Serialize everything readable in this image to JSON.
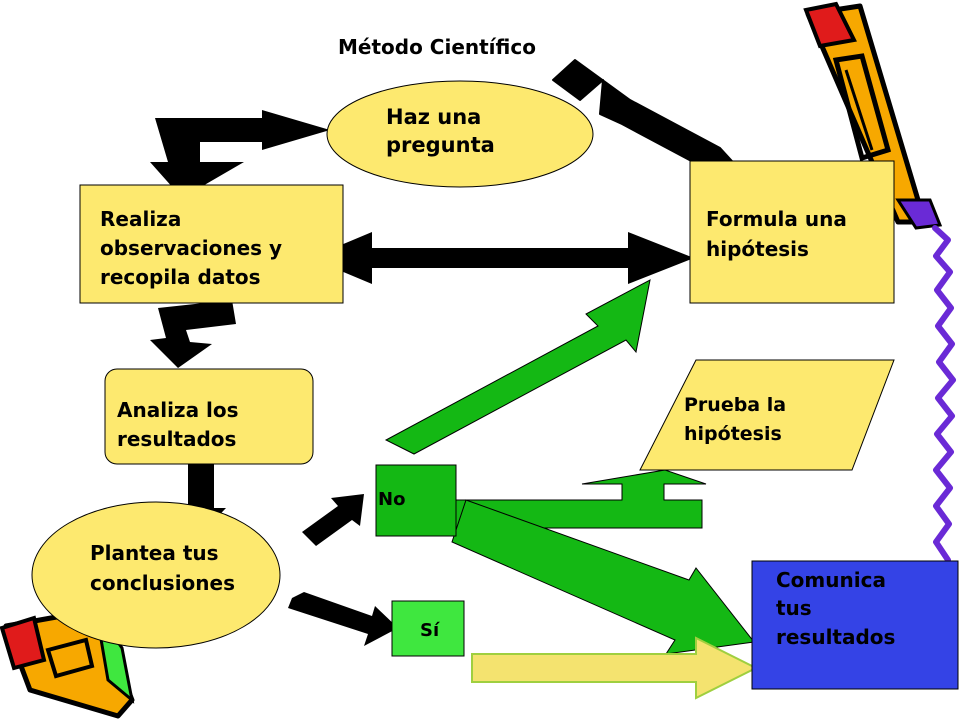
{
  "diagram": {
    "title": "Método Científico",
    "nodes": {
      "ask": [
        "Haz una",
        "pregunta"
      ],
      "observe": [
        "Realiza",
        "observaciones y",
        "recopila datos"
      ],
      "hypothesis": [
        "Formula una",
        "hipótesis"
      ],
      "test": [
        "Prueba la",
        "hipótesis"
      ],
      "analyze": [
        "Analiza los",
        "resultados"
      ],
      "conclude": [
        "Plantea tus",
        "conclusiones"
      ],
      "no": "No",
      "yes": "Sí",
      "communicate": [
        "Comunica",
        "tus",
        "resultados"
      ]
    }
  },
  "colors": {
    "node_yellow": "#fde96f",
    "arrow_green": "#14b814",
    "box_green": "#3fe73f",
    "box_blue": "#3443e6",
    "arrow_pale_yellow": "#f4e36f",
    "pencil_orange": "#f7a800",
    "pencil_purple": "#6a2ad6",
    "pencil_red": "#e01b1b"
  }
}
